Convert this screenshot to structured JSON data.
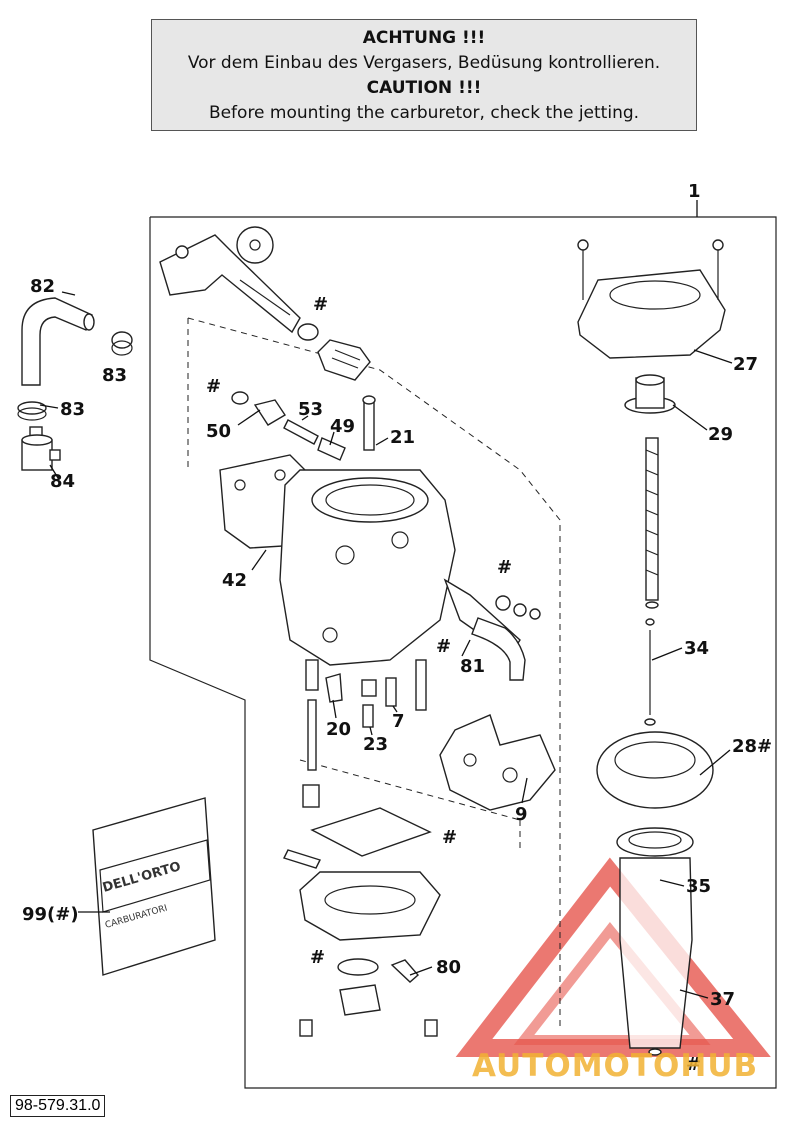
{
  "caution_box": {
    "line1": "ACHTUNG !!!",
    "line2": "Vor dem Einbau des Vergasers, Bedüsung kontrollieren.",
    "line3": "CAUTION !!!",
    "line4": "Before mounting the carburetor, check the jetting."
  },
  "labels": {
    "l1": "1",
    "l27": "27",
    "l29": "29",
    "l34": "34",
    "l28": "28#",
    "l35": "35",
    "l37": "37",
    "l82": "82",
    "l83a": "83",
    "l83b": "83",
    "l84": "84",
    "l50": "50",
    "l53": "53",
    "l49": "49",
    "l21": "21",
    "l42": "42",
    "l81": "81",
    "l20": "20",
    "l23": "23",
    "l7": "7",
    "l9": "9",
    "l99": "99(#)",
    "l80": "80",
    "h1": "#",
    "h2": "#",
    "h3": "#",
    "h4": "#",
    "h5": "#",
    "h6": "#",
    "h7": "#"
  },
  "bag": {
    "brand": "DELL'ORTO",
    "text": "CARBURATORI"
  },
  "watermark": {
    "text": "AUTOMOTOHUB",
    "color_red": "#e23a2e",
    "color_gold": "#f2b233"
  },
  "doc_number": "98-579.31.0"
}
